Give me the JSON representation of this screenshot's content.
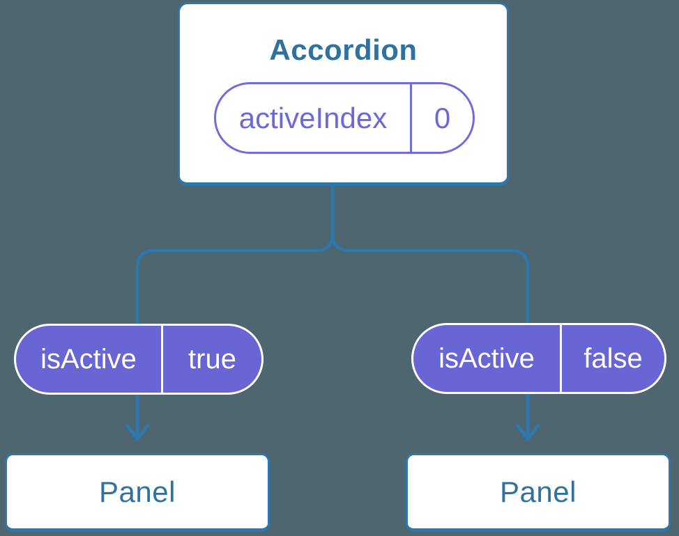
{
  "diagram": {
    "root": {
      "title": "Accordion",
      "state": {
        "label": "activeIndex",
        "value": "0"
      }
    },
    "children": [
      {
        "prop": {
          "label": "isActive",
          "value": "true"
        },
        "panel": {
          "title": "Panel"
        }
      },
      {
        "prop": {
          "label": "isActive",
          "value": "false"
        },
        "panel": {
          "title": "Panel"
        }
      }
    ],
    "colors": {
      "background": "#4d6670",
      "connector_line": "#2d77ad",
      "card_border": "#2d77ad",
      "card_text": "#2f729f",
      "state_pill_border": "#6f6ddb",
      "state_pill_text": "#6b69d8",
      "prop_pill_fill": "#6866d4",
      "prop_pill_text": "#ffffff"
    }
  }
}
